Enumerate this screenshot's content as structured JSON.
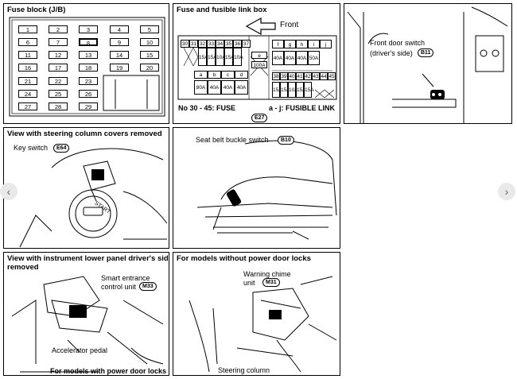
{
  "panels": {
    "fuse_block": {
      "title": "Fuse block (J/B)",
      "fuses": [
        "1",
        "2",
        "3",
        "4",
        "5",
        "6",
        "7",
        "8",
        "9",
        "10",
        "11",
        "12",
        "13",
        "14",
        "15",
        "16",
        "17",
        "18",
        "19",
        "20",
        "21",
        "22",
        "23",
        "24",
        "25",
        "26",
        "27",
        "28",
        "29"
      ]
    },
    "link_box": {
      "title": "Fuse and fusible link box",
      "front_label": "Front",
      "fuse_top_nums": [
        "30",
        "31",
        "32",
        "33",
        "34",
        "35",
        "36",
        "37"
      ],
      "fuse_top_vals": [
        "15A",
        "15A",
        "10A",
        "15A",
        "10A"
      ],
      "link_e": "e",
      "link_e_val": "100A",
      "links_fj": [
        "f",
        "g",
        "h",
        "i",
        "j"
      ],
      "links_fj_vals": [
        "40A",
        "40A",
        "40A",
        "50A"
      ],
      "links_ad": [
        "a",
        "b",
        "c",
        "d"
      ],
      "links_ad_vals": [
        "80A",
        "40A",
        "40A",
        "40A"
      ],
      "fuse_bot_nums": [
        "38",
        "39",
        "40",
        "41",
        "42",
        "43",
        "44",
        "45"
      ],
      "fuse_bot_vals": [
        "15A",
        "15A",
        "10A",
        "15A",
        "15A"
      ],
      "caption_left": "No 30 - 45:  FUSE",
      "caption_right": "a - j:  FUSIBLE LINK",
      "connector": "E27"
    },
    "door_switch": {
      "label1": "Front door switch",
      "label2": "(driver's side)",
      "connector": "B11"
    },
    "key_switch": {
      "title": "View with steering column covers removed",
      "label": "Key switch",
      "connector": "E64",
      "start_text": "START"
    },
    "seat_belt": {
      "label": "Seat belt buckle switch",
      "connector": "B10"
    },
    "instrument": {
      "title_line1": "View with instrument lower panel driver's side",
      "title_line2": "removed",
      "unit_line1": "Smart entrance",
      "unit_line2": "control unit",
      "connector": "M33",
      "pedal": "Accelerator pedal",
      "footer": "For models with power door locks"
    },
    "chime": {
      "title": "For models without power door locks",
      "unit_line1": "Warning chime",
      "unit_line2": "unit",
      "connector": "M31",
      "column": "Steering column"
    }
  },
  "nav": {
    "prev_icon": "‹",
    "next_icon": "›"
  }
}
